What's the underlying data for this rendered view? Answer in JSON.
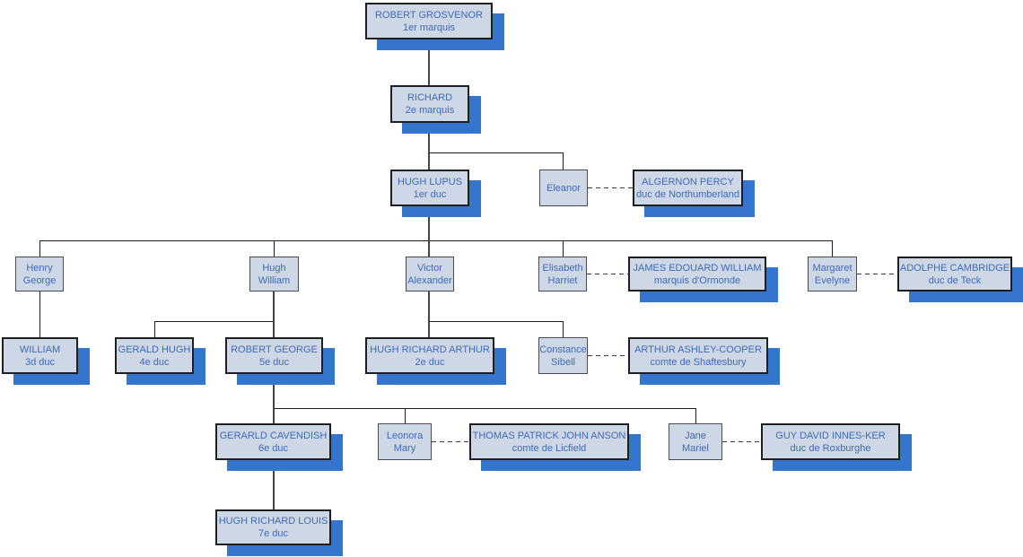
{
  "diagram": {
    "description": "Grosvenor family genealogy tree (dukes of Westminster), French captions",
    "colors": {
      "background": "#FFFFFF",
      "node_fill": "#CDD7E6",
      "node_border": "#1F1F1F",
      "small_node_border": "#4A4A4A",
      "node_text": "#3F6CB8",
      "node_shadow": "#3575CD",
      "connector_line": "#1C1C1C",
      "spine_line": "#444444",
      "dashed_line": "#3C3C3C"
    },
    "nodes": [
      {
        "id": "robert-grosvenor",
        "line1": "ROBERT GROSVENOR",
        "line2": "1er marquis"
      },
      {
        "id": "richard",
        "line1": "RICHARD",
        "line2": "2e marquis"
      },
      {
        "id": "hugh-lupus",
        "line1": "HUGH LUPUS",
        "line2": "1er duc"
      },
      {
        "id": "eleanor",
        "line1": "Eleanor",
        "line2": ""
      },
      {
        "id": "algernon-percy",
        "line1": "ALGERNON PERCY",
        "line2": "duc de Northumberland"
      },
      {
        "id": "henry-george",
        "line1": "Henry",
        "line2": "George"
      },
      {
        "id": "hugh-william",
        "line1": "Hugh",
        "line2": "William"
      },
      {
        "id": "victor-alexander",
        "line1": "Victor",
        "line2": "Alexander"
      },
      {
        "id": "elisabeth-harriet",
        "line1": "Elisabeth",
        "line2": "Harriet"
      },
      {
        "id": "james-edouard-william",
        "line1": "JAMES EDOUARD WILLIAM",
        "line2": "marquis d'Ormonde"
      },
      {
        "id": "margaret-evelyne",
        "line1": "Margaret",
        "line2": "Evelyne"
      },
      {
        "id": "adolphe-cambridge",
        "line1": "ADOLPHE CAMBRIDGE",
        "line2": "duc de Teck"
      },
      {
        "id": "william",
        "line1": "WILLIAM",
        "line2": "3d duc"
      },
      {
        "id": "gerald-hugh",
        "line1": "GERALD HUGH",
        "line2": "4e duc"
      },
      {
        "id": "robert-george",
        "line1": "ROBERT GEORGE",
        "line2": "5e duc"
      },
      {
        "id": "hugh-richard-arthur",
        "line1": "HUGH RICHARD ARTHUR",
        "line2": "2e duc"
      },
      {
        "id": "constance-sibell",
        "line1": "Constance",
        "line2": "Sibell"
      },
      {
        "id": "arthur-ashley-cooper",
        "line1": "ARTHUR ASHLEY-COOPER",
        "line2": "comte de Shaftesbury"
      },
      {
        "id": "gerarld-cavendish",
        "line1": "GERARLD CAVENDISH",
        "line2": "6e duc"
      },
      {
        "id": "leonora-mary",
        "line1": "Leonora",
        "line2": "Mary"
      },
      {
        "id": "thomas-patrick-john-anson",
        "line1": "THOMAS PATRICK JOHN ANSON",
        "line2": "comte de Licfield"
      },
      {
        "id": "jane-mariel",
        "line1": "Jane",
        "line2": "Mariel"
      },
      {
        "id": "guy-david-innes-ker",
        "line1": "GUY DAVID INNES-KER",
        "line2": "duc de Roxburghe"
      },
      {
        "id": "hugh-richard-louis",
        "line1": "HUGH RICHARD LOUIS",
        "line2": "7e duc"
      }
    ],
    "relationships": {
      "parent_child": [
        {
          "parent": "robert-grosvenor",
          "children": [
            "richard"
          ]
        },
        {
          "parent": "richard",
          "children": [
            "hugh-lupus",
            "eleanor"
          ]
        },
        {
          "parent": "hugh-lupus",
          "children": [
            "henry-george",
            "hugh-william",
            "victor-alexander",
            "elisabeth-harriet",
            "margaret-evelyne"
          ]
        },
        {
          "parent": "henry-george",
          "children": [
            "william"
          ]
        },
        {
          "parent": "hugh-william",
          "children": [
            "gerald-hugh",
            "robert-george"
          ]
        },
        {
          "parent": "victor-alexander",
          "children": [
            "hugh-richard-arthur",
            "constance-sibell"
          ]
        },
        {
          "parent": "robert-george",
          "children": [
            "gerarld-cavendish",
            "leonora-mary",
            "jane-mariel"
          ]
        },
        {
          "parent": "gerarld-cavendish",
          "children": [
            "hugh-richard-louis"
          ]
        }
      ],
      "marriages_dashed": [
        {
          "a": "eleanor",
          "b": "algernon-percy"
        },
        {
          "a": "elisabeth-harriet",
          "b": "james-edouard-william"
        },
        {
          "a": "margaret-evelyne",
          "b": "adolphe-cambridge"
        },
        {
          "a": "constance-sibell",
          "b": "arthur-ashley-cooper"
        },
        {
          "a": "leonora-mary",
          "b": "thomas-patrick-john-anson"
        },
        {
          "a": "jane-mariel",
          "b": "guy-david-innes-ker"
        }
      ]
    }
  }
}
